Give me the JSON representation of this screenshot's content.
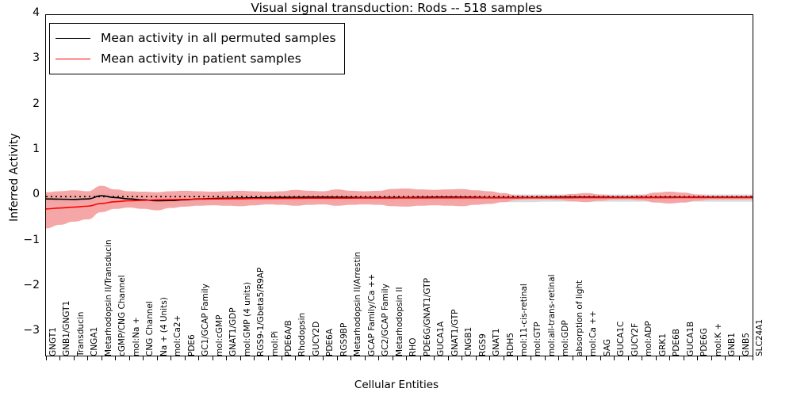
{
  "chart_data": {
    "type": "line",
    "title": "Visual signal transduction: Rods -- 518 samples",
    "xlabel": "Cellular Entities",
    "ylabel": "Inferred Activity",
    "ylim": [
      -3.5,
      4
    ],
    "yticks": [
      4,
      3,
      2,
      1,
      0,
      -1,
      -2,
      -3
    ],
    "grid": false,
    "legend_position": "upper left",
    "legend": [
      {
        "name": "Mean activity in all permuted samples",
        "color": "#000000"
      },
      {
        "name": "Mean activity in patient samples",
        "color": "#ff0000"
      }
    ],
    "annotations": [
      "dotted black reference line at y = 0"
    ],
    "categories": [
      "GNGT1",
      "GNB1/GNGT1",
      "Transducin",
      "CNGA1",
      "Metarhodopsin II/Transducin",
      "cGMP/CNG Channel",
      "mol:Na +",
      "CNG Channel",
      "Na + (4 Units)",
      "mol:Ca2+",
      "PDE6",
      "GC1/GCAP Family",
      "mol:cGMP",
      "GNAT1/GDP",
      "mol:GMP (4 units)",
      "RGS9-1/Gbeta5/R9AP",
      "mol:Pi",
      "PDE6A/B",
      "Rhodopsin",
      "GUCY2D",
      "PDE6A",
      "RGS9BP",
      "Metarhodopsin II/Arrestin",
      "GCAP Family/Ca ++",
      "GC2/GCAP Family",
      "Metarhodopsin II",
      "RHO",
      "PDE6G/GNAT1/GTP",
      "GUCA1A",
      "GNAT1/GTP",
      "CNGB1",
      "RGS9",
      "GNAT1",
      "RDH5",
      "mol:11-cis-retinal",
      "mol:GTP",
      "mol:all-trans-retinal",
      "mol:GDP",
      "absorption of light",
      "mol:Ca ++",
      "SAG",
      "GUCA1C",
      "GUCY2F",
      "mol:ADP",
      "GRK1",
      "PDE6B",
      "GUCA1B",
      "PDE6G",
      "mol:K +",
      "GNB1",
      "GNB5",
      "SLC24A1"
    ],
    "series": [
      {
        "name": "Mean activity in all permuted samples",
        "color": "#000000",
        "values": [
          -0.05,
          -0.055,
          -0.06,
          -0.05,
          0.02,
          -0.02,
          -0.05,
          -0.07,
          -0.09,
          -0.085,
          -0.07,
          -0.05,
          -0.04,
          -0.035,
          -0.03,
          -0.025,
          -0.02,
          -0.015,
          -0.015,
          -0.01,
          -0.01,
          -0.012,
          -0.015,
          -0.018,
          -0.02,
          -0.02,
          -0.018,
          -0.015,
          -0.012,
          -0.01,
          -0.012,
          -0.015,
          -0.018,
          -0.02,
          -0.02,
          -0.018,
          -0.015,
          -0.012,
          -0.01,
          -0.01,
          -0.012,
          -0.014,
          -0.015,
          -0.015,
          -0.014,
          -0.013,
          -0.012,
          -0.012,
          -0.012,
          -0.012,
          -0.012,
          -0.012
        ],
        "band_upper": [
          0.04,
          0.04,
          0.04,
          0.05,
          0.11,
          0.08,
          0.05,
          0.04,
          0.04,
          0.045,
          0.05,
          0.05,
          0.05,
          0.05,
          0.05,
          0.05,
          0.05,
          0.05,
          0.05,
          0.05,
          0.05,
          0.05,
          0.05,
          0.05,
          0.05,
          0.05,
          0.05,
          0.05,
          0.05,
          0.05,
          0.05,
          0.05,
          0.05,
          0.05,
          0.05,
          0.05,
          0.05,
          0.05,
          0.05,
          0.05,
          0.05,
          0.05,
          0.05,
          0.05,
          0.05,
          0.05,
          0.05,
          0.05,
          0.05,
          0.05,
          0.05,
          0.05
        ],
        "band_lower": [
          -0.15,
          -0.15,
          -0.16,
          -0.15,
          -0.07,
          -0.12,
          -0.16,
          -0.18,
          -0.2,
          -0.2,
          -0.19,
          -0.17,
          -0.16,
          -0.15,
          -0.14,
          -0.13,
          -0.12,
          -0.12,
          -0.11,
          -0.11,
          -0.11,
          -0.11,
          -0.12,
          -0.12,
          -0.12,
          -0.12,
          -0.12,
          -0.11,
          -0.11,
          -0.11,
          -0.11,
          -0.12,
          -0.12,
          -0.12,
          -0.12,
          -0.12,
          -0.11,
          -0.11,
          -0.11,
          -0.11,
          -0.11,
          -0.11,
          -0.11,
          -0.11,
          -0.11,
          -0.11,
          -0.11,
          -0.11,
          -0.11,
          -0.11,
          -0.11,
          -0.11
        ],
        "band_color": "#d8d8d8"
      },
      {
        "name": "Mean activity in patient samples",
        "color": "#ff0000",
        "values": [
          -0.27,
          -0.25,
          -0.23,
          -0.21,
          -0.15,
          -0.11,
          -0.09,
          -0.08,
          -0.07,
          -0.065,
          -0.06,
          -0.055,
          -0.05,
          -0.048,
          -0.045,
          -0.04,
          -0.04,
          -0.038,
          -0.035,
          -0.033,
          -0.032,
          -0.032,
          -0.032,
          -0.03,
          -0.03,
          -0.03,
          -0.028,
          -0.028,
          -0.027,
          -0.026,
          -0.026,
          -0.026,
          -0.025,
          -0.025,
          -0.025,
          -0.024,
          -0.024,
          -0.023,
          -0.023,
          -0.022,
          -0.022,
          -0.022,
          -0.022,
          -0.021,
          -0.021,
          -0.021,
          -0.02,
          -0.02,
          -0.02,
          -0.02,
          -0.02,
          -0.02
        ],
        "band_upper": [
          0.1,
          0.12,
          0.14,
          0.12,
          0.24,
          0.16,
          0.12,
          0.11,
          0.1,
          0.12,
          0.13,
          0.12,
          0.11,
          0.12,
          0.13,
          0.12,
          0.11,
          0.12,
          0.15,
          0.13,
          0.12,
          0.16,
          0.13,
          0.12,
          0.13,
          0.17,
          0.18,
          0.16,
          0.15,
          0.16,
          0.17,
          0.14,
          0.12,
          0.08,
          0.03,
          0.02,
          0.02,
          0.03,
          0.06,
          0.08,
          0.05,
          0.02,
          0.02,
          0.04,
          0.09,
          0.11,
          0.09,
          0.05,
          0.02,
          0.02,
          0.02,
          0.02
        ],
        "band_lower": [
          -0.7,
          -0.62,
          -0.55,
          -0.5,
          -0.34,
          -0.27,
          -0.24,
          -0.27,
          -0.3,
          -0.25,
          -0.22,
          -0.2,
          -0.19,
          -0.2,
          -0.21,
          -0.19,
          -0.17,
          -0.18,
          -0.2,
          -0.18,
          -0.17,
          -0.2,
          -0.18,
          -0.17,
          -0.18,
          -0.21,
          -0.22,
          -0.2,
          -0.19,
          -0.2,
          -0.21,
          -0.18,
          -0.16,
          -0.12,
          -0.07,
          -0.06,
          -0.06,
          -0.07,
          -0.1,
          -0.12,
          -0.09,
          -0.06,
          -0.06,
          -0.08,
          -0.13,
          -0.15,
          -0.13,
          -0.09,
          -0.06,
          -0.06,
          -0.06,
          -0.06
        ],
        "band_color": "#f4a2a2"
      }
    ]
  }
}
